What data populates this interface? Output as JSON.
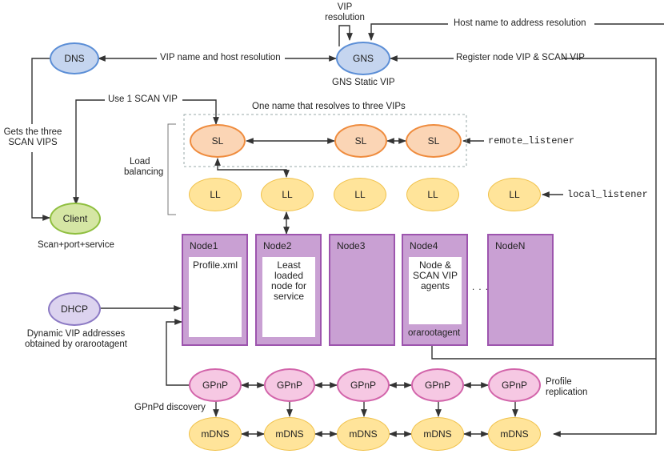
{
  "nodes": {
    "dns": "DNS",
    "gns": "GNS",
    "gns_caption": "GNS Static VIP",
    "client": "Client",
    "client_caption": "Scan+port+service",
    "dhcp": "DHCP",
    "dhcp_caption_1": "Dynamic VIP addresses",
    "dhcp_caption_2": "obtained by orarootagent",
    "sl": "SL",
    "ll": "LL",
    "gpnp": "GPnP",
    "mdns": "mDNS"
  },
  "labels": {
    "vip_resolution_1": "VIP",
    "vip_resolution_2": "resolution",
    "host_resolution": "Host name to address resolution",
    "vip_name_host": "VIP name and host resolution",
    "register_vip": "Register node VIP & SCAN VIP",
    "use_scan": "Use 1 SCAN VIP",
    "one_name": "One name that resolves to three VIPs",
    "gets_three_1": "Gets the three",
    "gets_three_2": "SCAN VIPS",
    "load_balancing_1": "Load",
    "load_balancing_2": "balancing",
    "remote_listener": "remote_listener",
    "local_listener": "local_listener",
    "profile_replication_1": "Profile",
    "profile_replication_2": "replication",
    "gpnpd_discovery": "GPnPd discovery",
    "ellipsis": ". . ."
  },
  "cluster": {
    "node1": {
      "title": "Node1",
      "inner": "Profile.xml"
    },
    "node2": {
      "title": "Node2",
      "inner_1": "Least",
      "inner_2": "loaded",
      "inner_3": "node for",
      "inner_4": "service"
    },
    "node3": {
      "title": "Node3"
    },
    "node4": {
      "title": "Node4",
      "inner_1": "Node &",
      "inner_2": "SCAN VIP",
      "inner_3": "agents",
      "footer": "orarootagent"
    },
    "nodeN": {
      "title": "NodeN"
    }
  },
  "colors": {
    "arrow": "#333333",
    "node_fill": "#c9a0d3",
    "node_border": "#9d55ae"
  }
}
